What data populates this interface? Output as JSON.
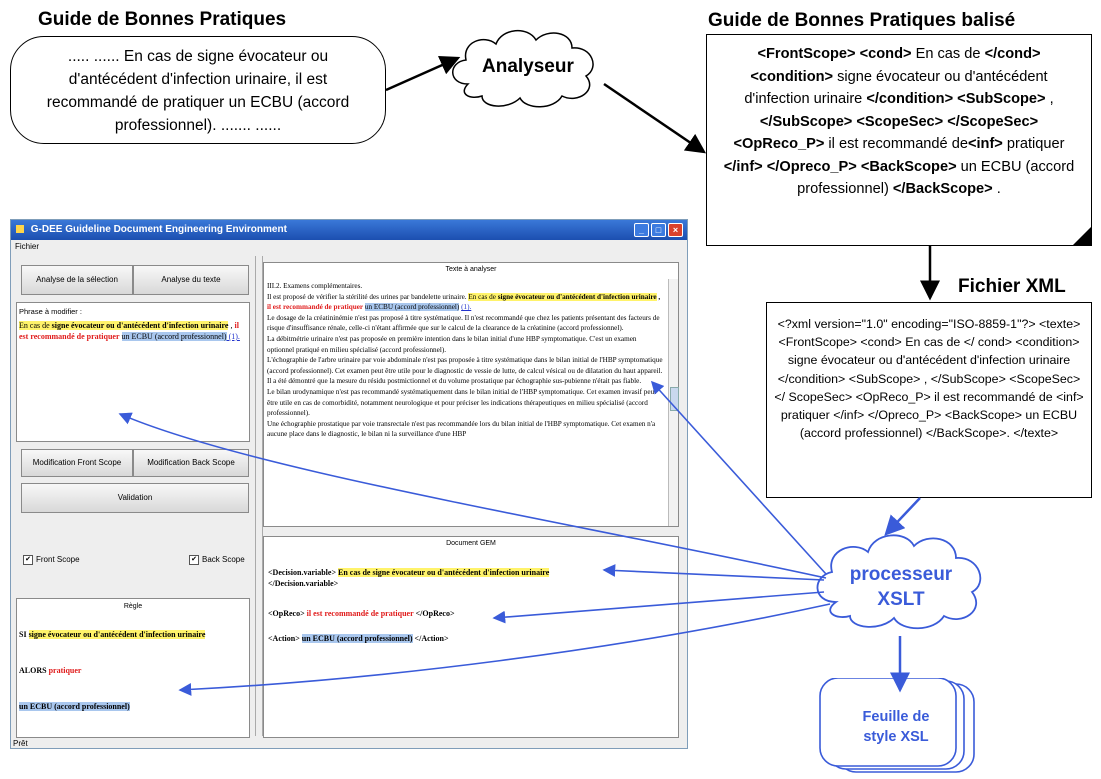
{
  "left_title": "Guide de Bonnes Pratiques",
  "left_bubble_text": "..... ...... En cas de signe évocateur ou d'antécédent d'infection urinaire, il est recommandé de pratiquer un ECBU (accord professionnel).  ....... ......",
  "analyseur_label": "Analyseur",
  "right_title": "Guide de Bonnes Pratiques balisé",
  "tagged_box": [
    {
      "t": "<FrontScope> <cond>",
      "b": true
    },
    {
      "t": " En cas de ",
      "b": false
    },
    {
      "t": "</cond> <condition>",
      "b": true
    },
    {
      "t": " signe évocateur ou d'antécédent d'infection urinaire ",
      "b": false
    },
    {
      "t": "</condition> <SubScope>",
      "b": true
    },
    {
      "t": " , ",
      "b": false
    },
    {
      "t": "</SubScope> <ScopeSec> </ScopeSec> <OpReco_P>",
      "b": true
    },
    {
      "t": " il est recommandé de",
      "b": false
    },
    {
      "t": "<inf>",
      "b": true
    },
    {
      "t": " pratiquer ",
      "b": false
    },
    {
      "t": "</inf> </Opreco_P>  <BackScope>",
      "b": true
    },
    {
      "t": " un ECBU (accord professionnel) ",
      "b": false
    },
    {
      "t": "</BackScope>",
      "b": true
    },
    {
      "t": " .",
      "b": false
    }
  ],
  "xml_title": "Fichier XML",
  "xml_text": "<?xml version=\"1.0\" encoding=\"ISO-8859-1\"?> <texte> <FrontScope> <cond> En cas de </ cond> <condition> signe évocateur ou d'antécédent d'infection urinaire </condition> <SubScope> , </SubScope> <ScopeSec> </ ScopeSec> <OpReco_P> il est recommandé de <inf> pratiquer </inf> </Opreco_P> <BackScope> un ECBU (accord professionnel) </BackScope>.  </texte>",
  "xslt_label": "processeur XSLT",
  "xsl_label": "Feuille de style XSL",
  "window": {
    "title": "G-DEE Guideline Document Engineering Environment",
    "menu": "Fichier",
    "btn_analyse_sel": "Analyse de la sélection",
    "btn_analyse_txt": "Analyse du texte",
    "phrase_label": "Phrase à modifier :",
    "phrase": [
      {
        "t": "En cas de ",
        "c": "hlY"
      },
      {
        "t": "signe évocateur ou d'antécédent d'infection urinaire",
        "c": "hlY b"
      },
      {
        "t": " , ",
        "c": ""
      },
      {
        "t": "il est recommandé de pratiquer",
        "c": "red b"
      },
      {
        "t": " ",
        "c": ""
      },
      {
        "t": "un ECBU (accord professionnel)",
        "c": "hlB"
      },
      {
        "t": " (1).",
        "c": "link"
      }
    ],
    "btn_mod_front": "Modification Front Scope",
    "btn_mod_back": "Modification Back Scope",
    "btn_validation": "Validation",
    "chk_front": "Front Scope",
    "chk_back": "Back Scope",
    "regle_title": "Règle",
    "regle_si": "SI",
    "regle_cond": "signe évocateur ou d'antécédent d'infection urinaire",
    "regle_alors": "ALORS",
    "regle_action": "pratiquer",
    "regle_obj": "un ECBU (accord professionnel)",
    "texte_title": "Texte à analyser",
    "texte_lines": [
      "III.2. Examens complémentaires.",
      "Il est proposé de vérifier la stérilité des urines par bandelette urinaire.",
      "Le dosage de la créatininémie n'est pas proposé à titre systématique. Il n'est recommandé que chez les patients présentant des facteurs de risque d'insuffisance rénale, celle-ci n'étant affirmée que sur le calcul de la clearance de la créatinine (accord professionnel).",
      "La débitmétrie urinaire n'est pas proposée en première intention dans le bilan initial d'une HBP symptomatique. C'est un examen optionnel pratiqué en milieu spécialisé (accord professionnel).",
      "L'échographie de l'arbre urinaire par voie abdominale n'est pas proposée à titre systématique dans le bilan initial de l'HBP symptomatique (accord professionnel). Cet examen peut être utile pour le diagnostic de vessie de lutte, de calcul vésical ou de dilatation du haut appareil. Il a été démontré que la mesure du résidu postmictionnel et du volume prostatique par échographie sus-pubienne n'était pas fiable.",
      "Le bilan urodynamique n'est pas recommandé systématiquement dans le bilan initial de l'HBP symptomatique. Cet examen invasif peut être utile en cas de comorbidité, notamment neurologique et pour préciser les indications thérapeutiques en milieu spécialisé (accord professionnel).",
      "Une échographie prostatique par voie transrectale n'est pas recommandée lors du bilan initial de l'HBP symptomatique. Cet examen n'a aucune place dans le diagnostic, le bilan ni la surveillance d'une HBP"
    ],
    "texte_hl": {
      "a": "En cas de ",
      "b": "signe évocateur ou d'antécédent d'infection urinaire",
      "c": " , ",
      "d": "il est recommandé de pratiquer",
      "e": "un ECBU (accord professionnel)",
      "f": "(1)."
    },
    "gem_title": "Document GEM",
    "gem_dv_open": "<Decision.variable>",
    "gem_dv_text": "En cas de signe évocateur ou d'antécédent d'infection urinaire",
    "gem_dv_close": "</Decision.variable>",
    "gem_op_open": "<OpReco>",
    "gem_op_text": "il est recommandé de pratiquer",
    "gem_op_close": "</OpReco>",
    "gem_ac_open": "<Action>",
    "gem_ac_text": "un ECBU (accord professionnel)",
    "gem_ac_close": "</Action>",
    "status": "Prêt"
  },
  "colors": {
    "arrow_blue": "#3a5bd9",
    "yellow_hl": "#fff36a",
    "blue_hl": "#a9c7ee",
    "red_text": "#e01b1b"
  }
}
